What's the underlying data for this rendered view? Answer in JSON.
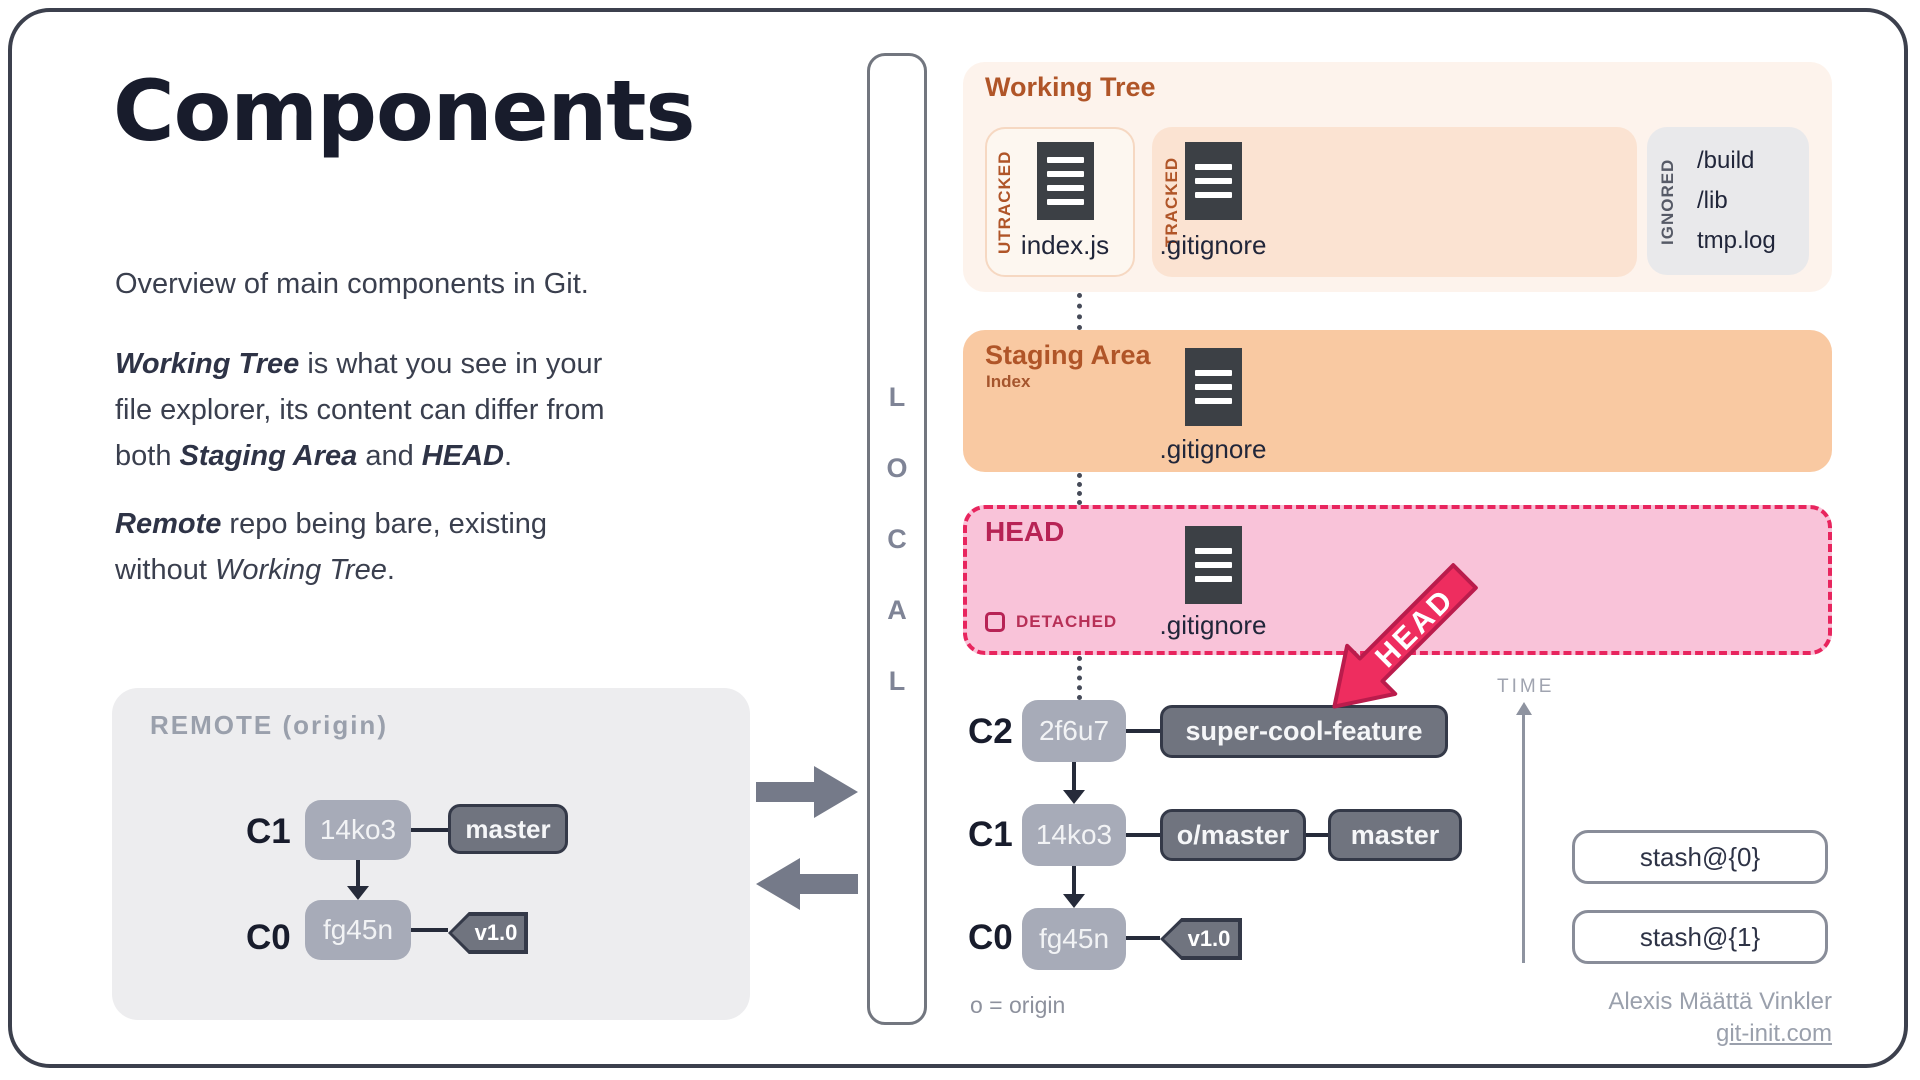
{
  "card": {
    "title": "Components",
    "intro": "Overview of main components in Git.",
    "p2": {
      "s1": "Working Tree",
      "s2": " is what you see in your file explorer, its content can differ from both ",
      "s3": "Staging Area",
      "s4": " and ",
      "s5": "HEAD",
      "s6": "."
    },
    "p3": {
      "s1": "Remote",
      "s2": " repo being bare, existing without ",
      "s3": "Working Tree",
      "s4": "."
    }
  },
  "working_tree": {
    "title": "Working Tree",
    "untracked_label": "UTRACKED",
    "untracked_file": "index.js",
    "tracked_label": "TRACKED",
    "tracked_file": ".gitignore",
    "ignored_label": "IGNORED",
    "ignored_items": [
      "/build",
      "/lib",
      "tmp.log"
    ]
  },
  "staging": {
    "title": "Staging Area",
    "subtitle": "Index",
    "file": ".gitignore"
  },
  "head": {
    "title": "HEAD",
    "detached_label": "DETACHED",
    "file": ".gitignore",
    "arrow_label": "HEAD"
  },
  "local": {
    "letters": [
      "L",
      "O",
      "C",
      "A",
      "L"
    ]
  },
  "remote": {
    "title": "REMOTE (origin)",
    "c1": {
      "label": "C1",
      "hash": "14ko3",
      "ref": "master"
    },
    "c0": {
      "label": "C0",
      "hash": "fg45n",
      "tag": "v1.0"
    }
  },
  "graph": {
    "c2": {
      "label": "C2",
      "hash": "2f6u7",
      "branch": "super-cool-feature"
    },
    "c1": {
      "label": "C1",
      "hash": "14ko3",
      "ref_remote": "o/master",
      "ref_local": "master"
    },
    "c0": {
      "label": "C0",
      "hash": "fg45n",
      "tag": "v1.0"
    },
    "legend": "o = origin"
  },
  "time_label": "TIME",
  "stash": {
    "items": [
      "stash@{0}",
      "stash@{1}"
    ]
  },
  "footer": {
    "author": "Alexis Määttä Vinkler",
    "site": "git-init.com"
  },
  "colors": {
    "frame_border": "#3c404d",
    "heading_text": "#181c2c",
    "body_text": "#3a3f4e",
    "orange_heading": "#b05528",
    "working_tree_bg": "#fdf3ec",
    "untracked_bg": "#fdf7f0",
    "tracked_bg": "#fbe3d2",
    "ignored_bg": "#e9e9eb",
    "staging_bg": "#f9c9a2",
    "head_bg": "#f9c3d9",
    "head_accent": "#e8255e",
    "head_heading": "#b72355",
    "head_arrow_fill": "#ee2d5f",
    "commit_node_bg": "#a7abb8",
    "ref_box_bg": "#70747f",
    "ref_box_border": "#343948",
    "remote_panel_bg": "#ededef",
    "muted_text": "#9aa0ac",
    "sync_arrow": "#757a89",
    "file_icon_bg": "#3c4045"
  }
}
